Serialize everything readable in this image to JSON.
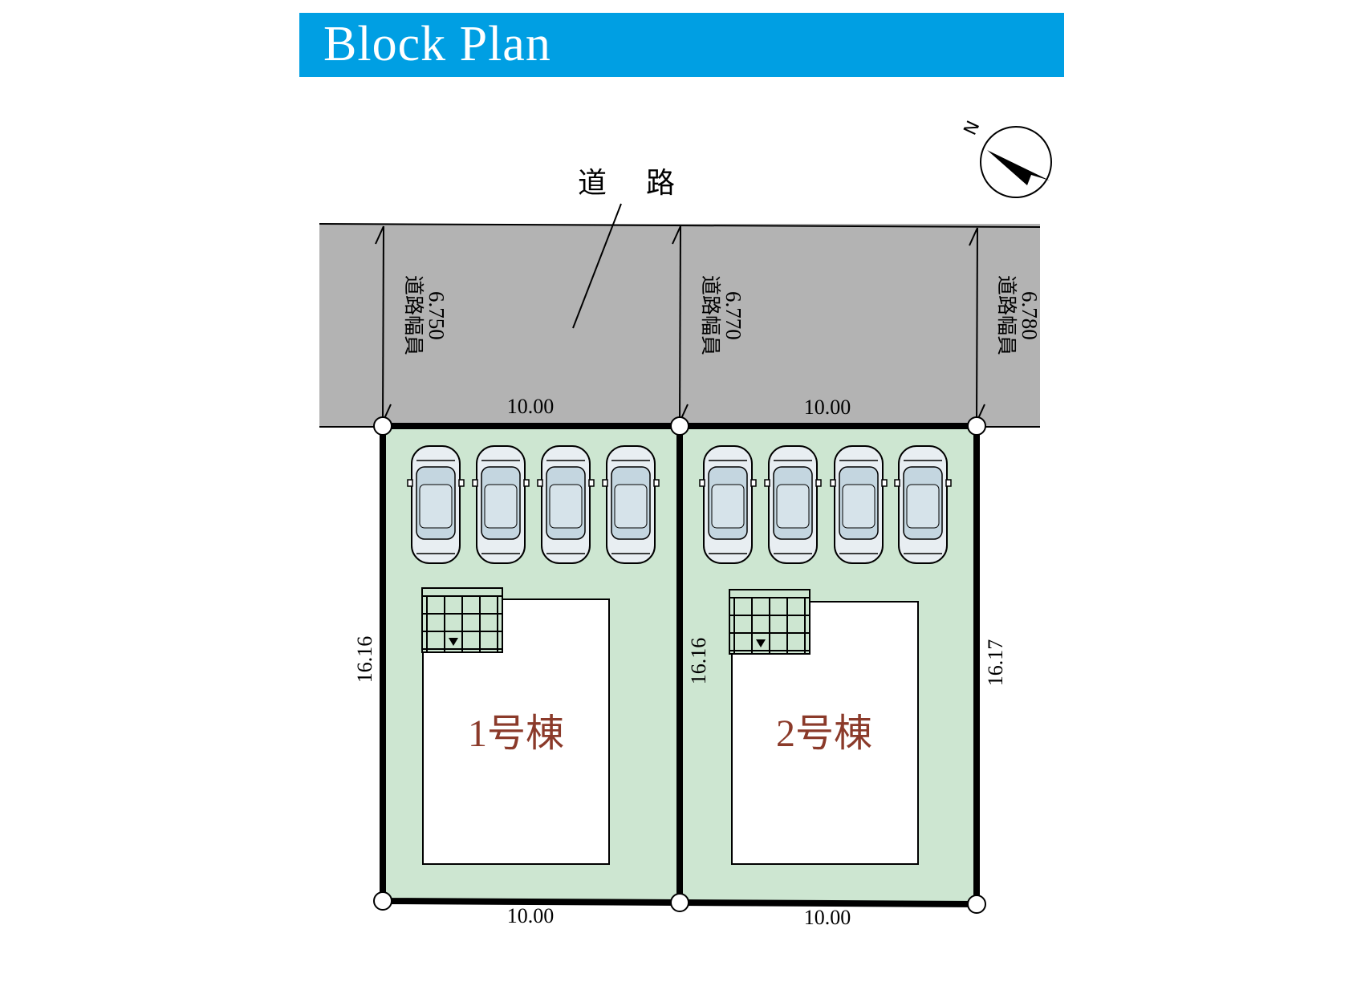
{
  "header": {
    "title": "Block Plan",
    "bg_color": "#009FE3"
  },
  "road": {
    "label": "道 路",
    "widths": [
      {
        "label": "道路幅員",
        "value": "6.750"
      },
      {
        "label": "道路幅員",
        "value": "6.770"
      },
      {
        "label": "道路幅員",
        "value": "6.780"
      }
    ]
  },
  "lots": [
    {
      "name": "1号棟",
      "front": "10.00",
      "back": "10.00",
      "left_depth": "16.16"
    },
    {
      "name": "2号棟",
      "front": "10.00",
      "back": "10.00",
      "left_depth": "16.16",
      "right_depth": "16.17"
    }
  ],
  "compass": {
    "north_label": "N"
  },
  "colors": {
    "road": "#B3B3B3",
    "lot": "#CDE6D1",
    "house_text": "#8B3A2A",
    "car_glass": "#C4D6E0"
  },
  "cars_per_lot": 4
}
